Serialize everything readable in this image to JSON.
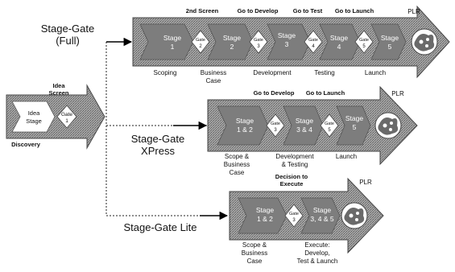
{
  "processes": {
    "full": {
      "title_line1": "Stage-Gate",
      "title_line2": "(Full)",
      "gate_callouts": [
        "2nd Screen",
        "Go to Develop",
        "Go to Test",
        "Go to Launch"
      ],
      "stages": [
        "Stage",
        "1",
        "Stage",
        "2",
        "Stage",
        "3",
        "Stage",
        "4",
        "Stage",
        "5"
      ],
      "gates": [
        "Gate",
        "2",
        "Gate",
        "3",
        "Gate",
        "4",
        "Gate",
        "5"
      ],
      "phase_labels": [
        "Scoping",
        "Business",
        "Case",
        "Development",
        "Testing",
        "Launch"
      ],
      "plr": "PLR"
    },
    "discovery": {
      "gate_callout_line1": "Idea",
      "gate_callout_line2": "Screen",
      "stage_line1": "Idea",
      "stage_line2": "Stage",
      "gate_line1": "Gate",
      "gate_line2": "1",
      "phase_label": "Discovery"
    },
    "xpress": {
      "title_line1": "Stage-Gate",
      "title_line2": "XPress",
      "gate_callouts": [
        "Go to Develop",
        "Go to Launch"
      ],
      "stages": [
        "Stage",
        "1 & 2",
        "Stage",
        "3 & 4",
        "Stage",
        "5"
      ],
      "gates": [
        "Gate",
        "3",
        "Gate",
        "5"
      ],
      "phase_labels": [
        "Scope &",
        "Business",
        "Case",
        "Development",
        "& Testing",
        "Launch"
      ],
      "plr": "PLR"
    },
    "lite": {
      "title": "Stage-Gate Lite",
      "gate_callout_line1": "Decision to",
      "gate_callout_line2": "Execute",
      "stages": [
        "Stage",
        "1 & 2",
        "Stage",
        "3, 4 & 5"
      ],
      "gates": [
        "Gate",
        "3"
      ],
      "phase_labels": [
        "Scope &",
        "Business",
        "Case",
        "Execute:",
        "Develop,",
        "Test & Launch"
      ],
      "plr": "PLR"
    }
  },
  "colors": {
    "arrow_fill": "#9a9a9a",
    "arrow_dark": "#5a5a5a",
    "stage_fill": "#7d7d7d",
    "gate_fill": "#ffffff",
    "text": "#111111",
    "connector": "#000000"
  },
  "icons": [
    "product-launch-icon"
  ]
}
